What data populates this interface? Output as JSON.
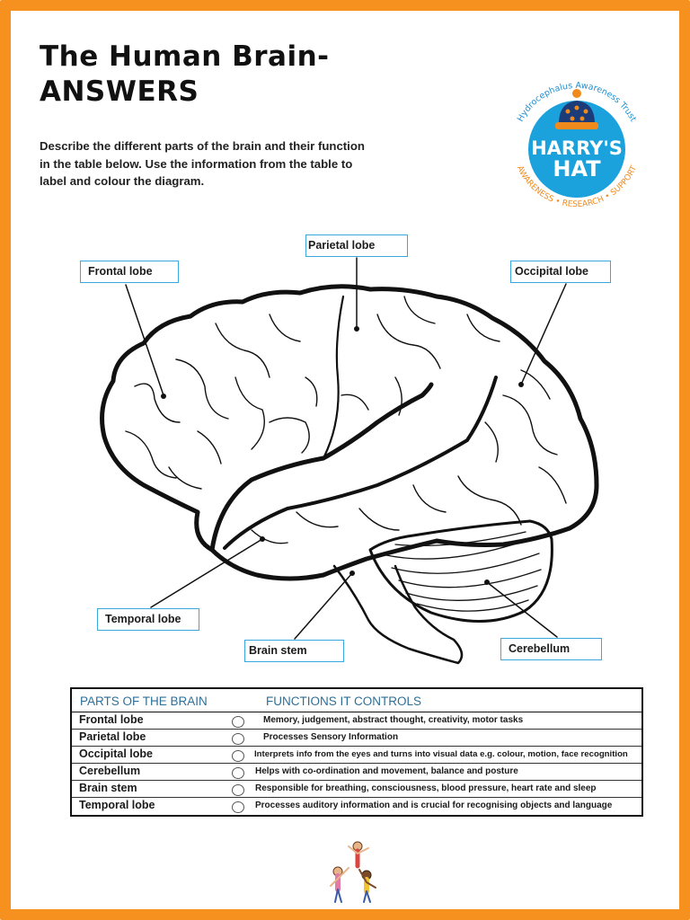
{
  "header": {
    "title_line1": "The Human Brain-",
    "title_line2": "ANSWERS",
    "instructions": "Describe the different parts of the brain and their function in the table below. Use the information from the table to label and colour the diagram."
  },
  "logo": {
    "arc_top": "Hydrocephalus Awareness Trust",
    "name_line1": "HARRY'S",
    "name_line2": "HAT",
    "arc_bottom": "AWARENESS • RESEARCH • SUPPORT",
    "colors": {
      "circle": "#1ba1dc",
      "text_blue": "#1f8fcf",
      "text_orange": "#f08a1d"
    }
  },
  "diagram_labels": {
    "frontal": "Frontal lobe",
    "parietal": "Parietal lobe",
    "occipital": "Occipital lobe",
    "temporal": "Temporal lobe",
    "brain_stem": "Brain stem",
    "cerebellum": "Cerebellum"
  },
  "table": {
    "header_parts": "PARTS OF THE BRAIN",
    "header_functions": "FUNCTIONS IT CONTROLS",
    "rows": [
      {
        "part": "Frontal lobe",
        "function": "Memory, judgement, abstract thought, creativity, motor tasks"
      },
      {
        "part": "Parietal lobe",
        "function": "Processes Sensory Information"
      },
      {
        "part": "Occipital lobe",
        "function": "Interprets info from the eyes and turns into visual data e.g. colour, motion, face recognition"
      },
      {
        "part": "Cerebellum",
        "function": "Helps with co-ordination and movement, balance and posture"
      },
      {
        "part": "Brain stem",
        "function": "Responsible for breathing, consciousness, blood pressure, heart rate and sleep"
      },
      {
        "part": "Temporal lobe",
        "function": "Processes auditory information  and is crucial for recognising objects and language"
      }
    ]
  },
  "colors": {
    "border": "#f6901e",
    "label_border": "#3aa7de",
    "header_text": "#2d6f98"
  }
}
